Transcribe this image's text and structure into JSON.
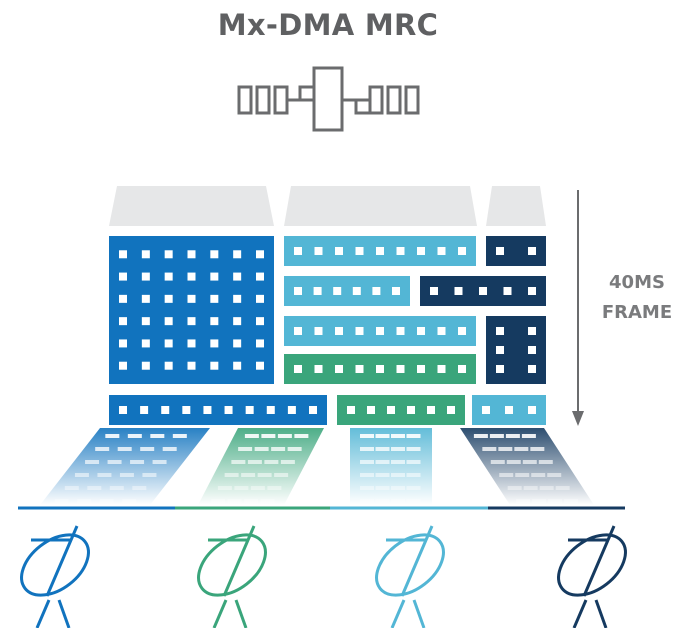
{
  "title": "Mx-DMA MRC",
  "frame_label_line1": "40MS",
  "frame_label_line2": "FRAME",
  "colors": {
    "blue": "#1173be",
    "green": "#3aa57b",
    "light_blue": "#53b6d5",
    "navy": "#153a60",
    "gray": "#6b6c6e",
    "light_gray": "#e6e7e8"
  },
  "icons": {
    "multiplexer": "mux-icon",
    "antenna": "satellite-dish-icon",
    "arrow": "down-arrow-icon"
  },
  "antennas": [
    "blue",
    "green",
    "light_blue",
    "navy"
  ]
}
